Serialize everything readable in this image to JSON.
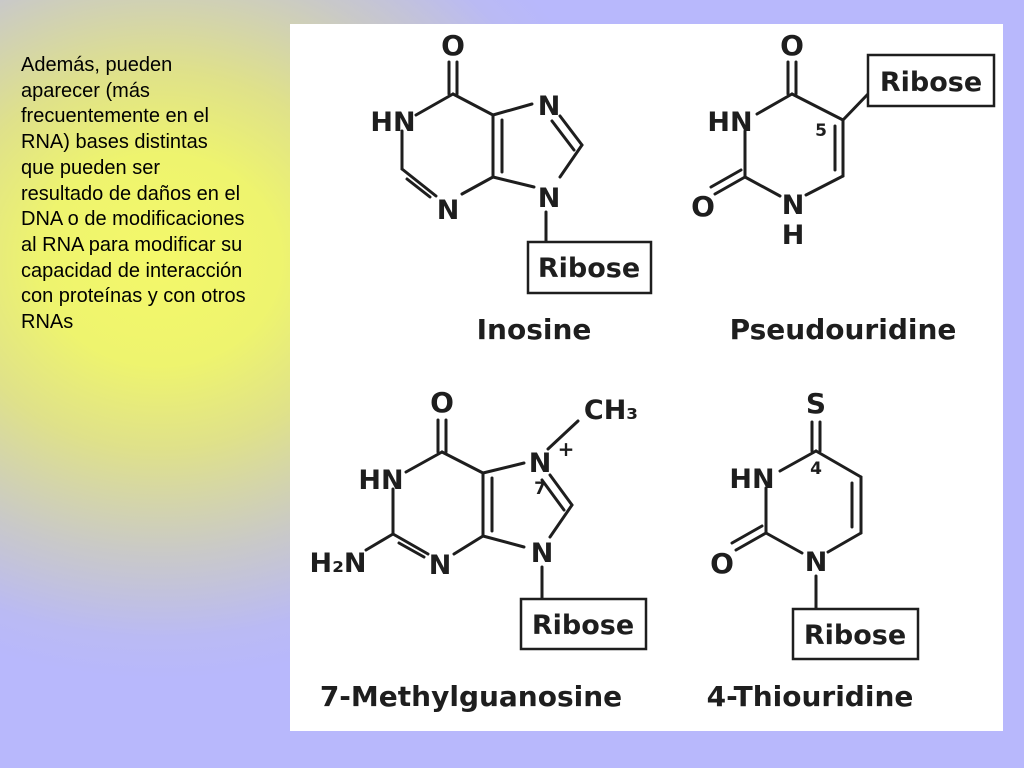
{
  "description": {
    "lines": [
      "Además, pueden",
      "aparecer (más",
      "frecuentemente en el",
      "RNA) bases distintas",
      "que pueden ser",
      "resultado de daños en el",
      "DNA o de modificaciones",
      "al RNA para modificar su",
      "capacidad de interacción",
      "con proteínas y con otros",
      "RNAs"
    ]
  },
  "molecules": {
    "inosine": {
      "name": "Inosine",
      "atoms": {
        "o": "O",
        "hn": "HN",
        "n7": "N",
        "n3": "N",
        "n9": "N"
      },
      "substituent": "Ribose"
    },
    "pseudouridine": {
      "name": "Pseudouridine",
      "atoms": {
        "o4": "O",
        "hn": "HN",
        "c5": "5",
        "o2": "O",
        "n1": "N",
        "h1": "H"
      },
      "substituent": "Ribose"
    },
    "methylguanosine": {
      "name": "7-Methylguanosine",
      "atoms": {
        "o": "O",
        "hn": "HN",
        "h2n": "H₂N",
        "n3": "N",
        "n9": "N",
        "n7": "N",
        "charge": "+",
        "pos7": "7",
        "methyl": "CH₃"
      },
      "substituent": "Ribose"
    },
    "thiouridine": {
      "name": "4-Thiouridine",
      "atoms": {
        "s": "S",
        "hn": "HN",
        "c4": "4",
        "o": "O",
        "n1": "N"
      },
      "substituent": "Ribose"
    }
  }
}
